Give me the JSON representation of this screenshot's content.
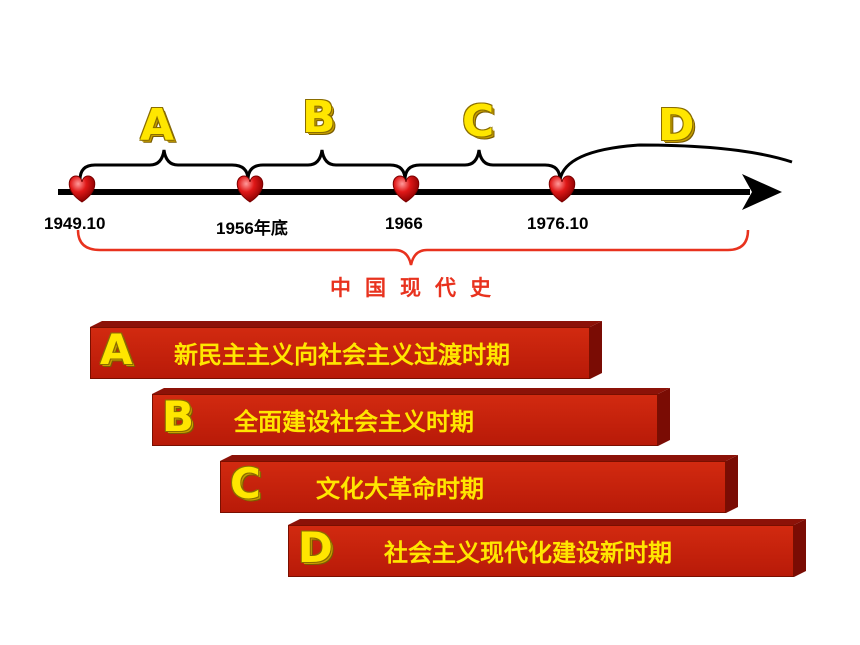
{
  "timeline": {
    "dates": [
      "1949.10",
      "1956年底",
      "1966",
      "1976.10"
    ],
    "period_letters": [
      "A",
      "B",
      "C",
      "D"
    ],
    "era_title": "中国现代史"
  },
  "periods": [
    {
      "letter": "A",
      "name": "新民主主义向社会主义过渡时期"
    },
    {
      "letter": "B",
      "name": "全面建设社会主义时期"
    },
    {
      "letter": "C",
      "name": "文化大革命时期"
    },
    {
      "letter": "D",
      "name": "社会主义现代化建设新时期"
    }
  ],
  "colors": {
    "heart": "#e01818",
    "axis": "#000000",
    "era_brace": "#e8321e",
    "bar": "#c8200c",
    "letter": "#ffe600"
  }
}
